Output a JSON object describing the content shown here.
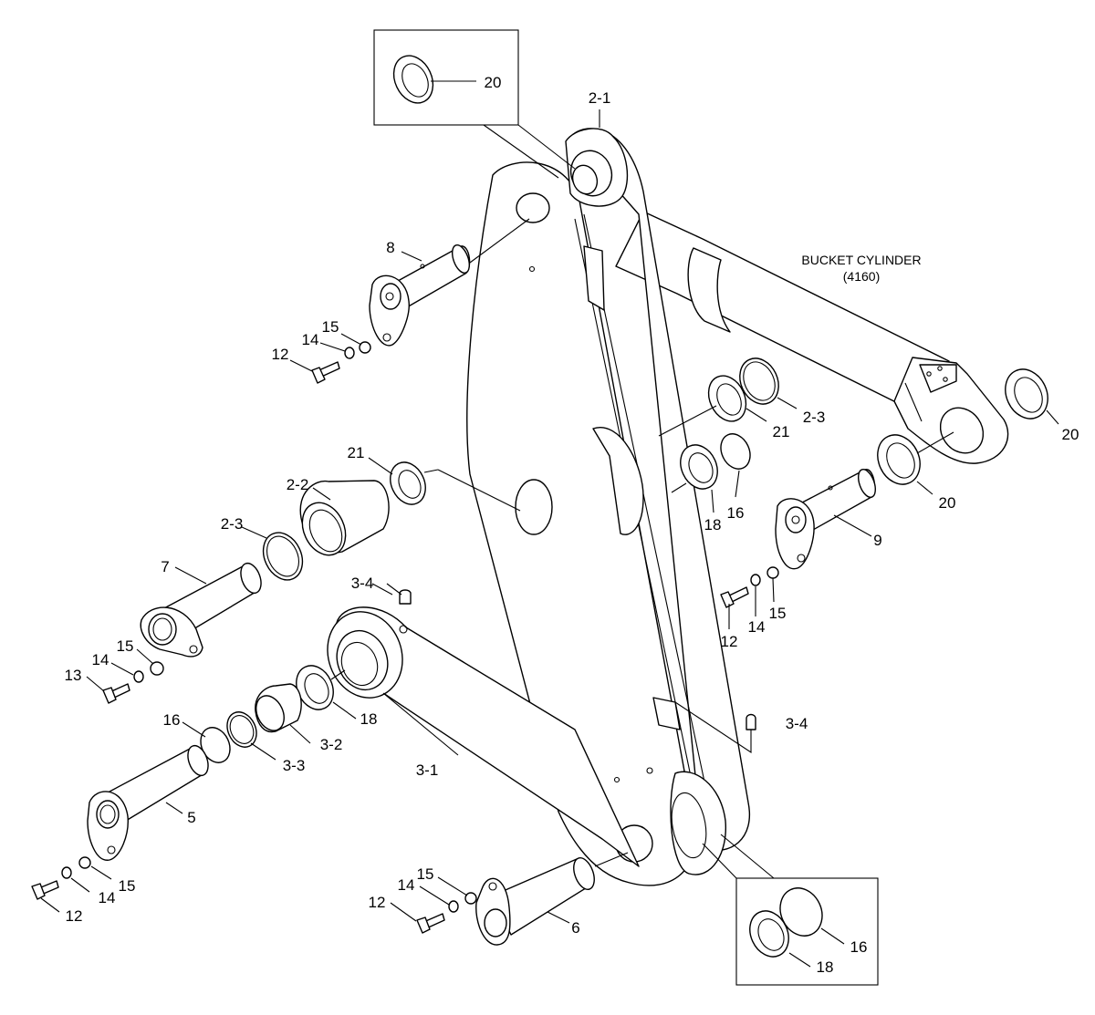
{
  "cylinder_note": {
    "line1": "BUCKET CYLINDER",
    "line2": "(4160)"
  },
  "labels": {
    "l_20_inset_top": "20",
    "l_2_1": "2-1",
    "l_8": "8",
    "l_15_a": "15",
    "l_14_a": "14",
    "l_12_a": "12",
    "l_21_right": "21",
    "l_2_3_right": "2-3",
    "l_20_right": "20",
    "l_18_right": "18",
    "l_16_right": "16",
    "l_20_mid": "20",
    "l_9": "9",
    "l_21_left": "21",
    "l_2_2": "2-2",
    "l_2_3_left": "2-3",
    "l_7": "7",
    "l_3_4_left": "3-4",
    "l_15_b": "15",
    "l_14_b": "14",
    "l_13": "13",
    "l_15_c": "15",
    "l_14_c": "14",
    "l_12_c": "12",
    "l_18_left": "18",
    "l_16_left": "16",
    "l_3_3": "3-3",
    "l_3_2": "3-2",
    "l_3_4_right": "3-4",
    "l_3_1": "3-1",
    "l_5": "5",
    "l_15_d": "15",
    "l_14_d": "14",
    "l_12_d": "12",
    "l_15_e": "15",
    "l_14_e": "14",
    "l_12_e": "12",
    "l_6": "6",
    "l_16_inset": "16",
    "l_18_inset": "18"
  }
}
